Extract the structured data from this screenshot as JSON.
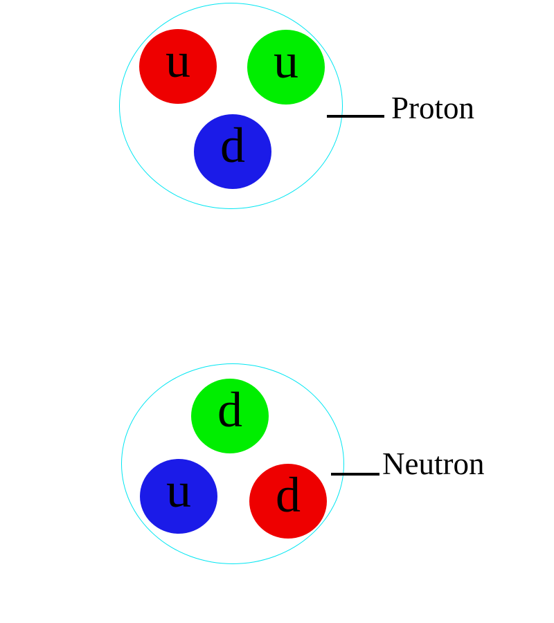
{
  "colors": {
    "outline": "#00e6f2",
    "red": "#ee0000",
    "green": "#00ee00",
    "blue": "#1b1be8",
    "text": "#000000"
  },
  "proton": {
    "label": "Proton",
    "quarks": [
      {
        "flavor": "u",
        "color_name": "red"
      },
      {
        "flavor": "u",
        "color_name": "green"
      },
      {
        "flavor": "d",
        "color_name": "blue"
      }
    ]
  },
  "neutron": {
    "label": "Neutron",
    "quarks": [
      {
        "flavor": "d",
        "color_name": "green"
      },
      {
        "flavor": "u",
        "color_name": "blue"
      },
      {
        "flavor": "d",
        "color_name": "red"
      }
    ]
  }
}
